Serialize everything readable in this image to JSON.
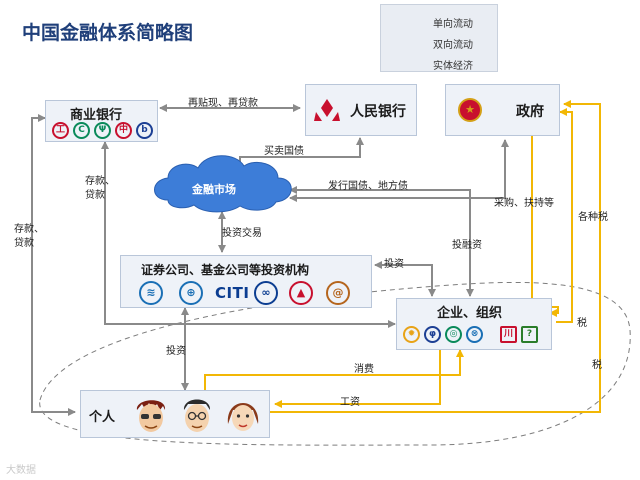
{
  "title": "中国金融体系简略图",
  "legend": {
    "one_way": "单向流动",
    "two_way": "双向流动",
    "real_economy": "实体经济"
  },
  "nodes": {
    "commercial_bank": "商业银行",
    "pboc": "人民银行",
    "government": "政府",
    "financial_market": "金融市场",
    "securities": "证券公司、基金公司等投资机构",
    "enterprise": "企业、组织",
    "individual": "个人"
  },
  "edges": {
    "rediscount": "再贴现、再贷款",
    "bond_trade": "买卖国债",
    "issue_bonds": "发行国债、地方债",
    "deposit_loan_inner": [
      "存款、",
      "贷款"
    ],
    "deposit_loan_outer": [
      "存款、",
      "贷款"
    ],
    "investment_trade": "投资交易",
    "invest_to_enterprise": "投资",
    "investment_financing": "投融资",
    "procurement": "采购、扶持等",
    "various_taxes": "各种税",
    "tax_enterprise": "税",
    "tax_individual": "税",
    "invest_individual": "投资",
    "consumption": "消费",
    "wages": "工资"
  },
  "colors": {
    "one_way": "#f2b705",
    "two_way": "#8a8a8a",
    "title": "#1f3f7a",
    "cloud": "#3d7dd8",
    "box_border": "#b9c6d9",
    "box_fill": "#eef2f8"
  },
  "icons": {
    "bank_logos": [
      "icbc-logo-icon",
      "abc-logo-icon",
      "boc-logo-icon",
      "ccb-logo-icon",
      "bocom-logo-icon"
    ],
    "pboc_logo": "pboc-logo-icon",
    "government_logo": "national-emblem-icon",
    "securities_logos": [
      "huaxia-logo-icon",
      "fund-logo-icon",
      "citi-logo-icon",
      "guotai-logo-icon",
      "pingan-logo-icon"
    ],
    "enterprise_logos": [
      "sinopec-logo-icon",
      "cnpc-logo-icon",
      "china-mobile-logo-icon",
      "state-grid-logo-icon",
      "brand-logo-icon",
      "misc-logo-icon"
    ],
    "individual_faces": [
      "person-1-icon",
      "person-2-icon",
      "person-3-icon"
    ]
  },
  "citi_text": "CITI",
  "watermark": "大数据"
}
